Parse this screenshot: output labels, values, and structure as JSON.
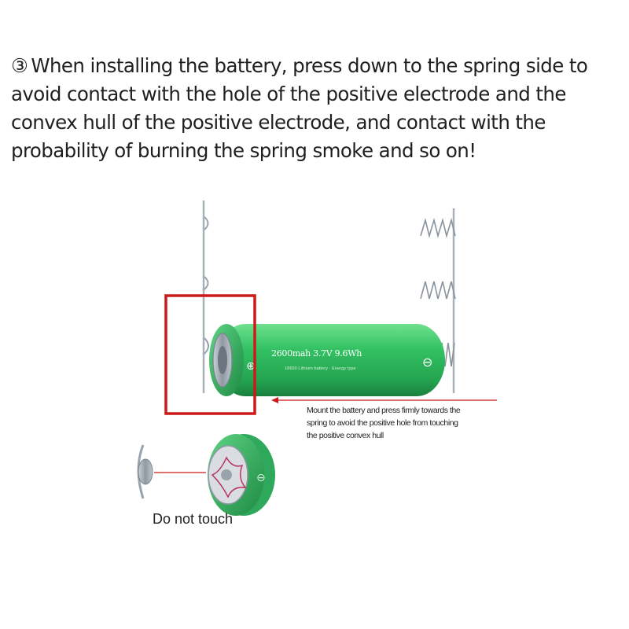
{
  "instruction": {
    "marker": "③",
    "text": "When installing the battery, press down to the spring side to avoid contact with the hole of the positive electrode and the convex hull of the positive electrode, and contact with the probability of burning the spring smoke and so on!"
  },
  "battery": {
    "label": "2600mah 3.7V 9.6Wh",
    "sublabel": "18650 Lithium battery · Energy type",
    "positive_symbol": "⊕",
    "negative_symbol": "⊖"
  },
  "callout": {
    "line1": "Mount the battery and press firmly towards the",
    "line2": "spring to avoid the positive hole from touching",
    "line3": "the positive convex hull"
  },
  "warning": {
    "text": "Do not touch"
  },
  "colors": {
    "battery_green": "#2fbf5f",
    "battery_dark_green": "#1f8f45",
    "highlight_red": "#cc1a1a",
    "terminal_gray": "#9aa3ad"
  }
}
